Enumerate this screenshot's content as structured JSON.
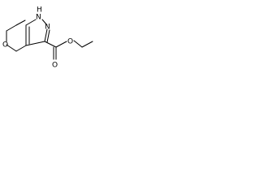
{
  "structure": {
    "labels": {
      "nh_h": "H",
      "nh_n": "N",
      "pyrazole_n": "N",
      "ring_o": "O",
      "carbonyl_o": "O",
      "ester_o": "O"
    }
  }
}
